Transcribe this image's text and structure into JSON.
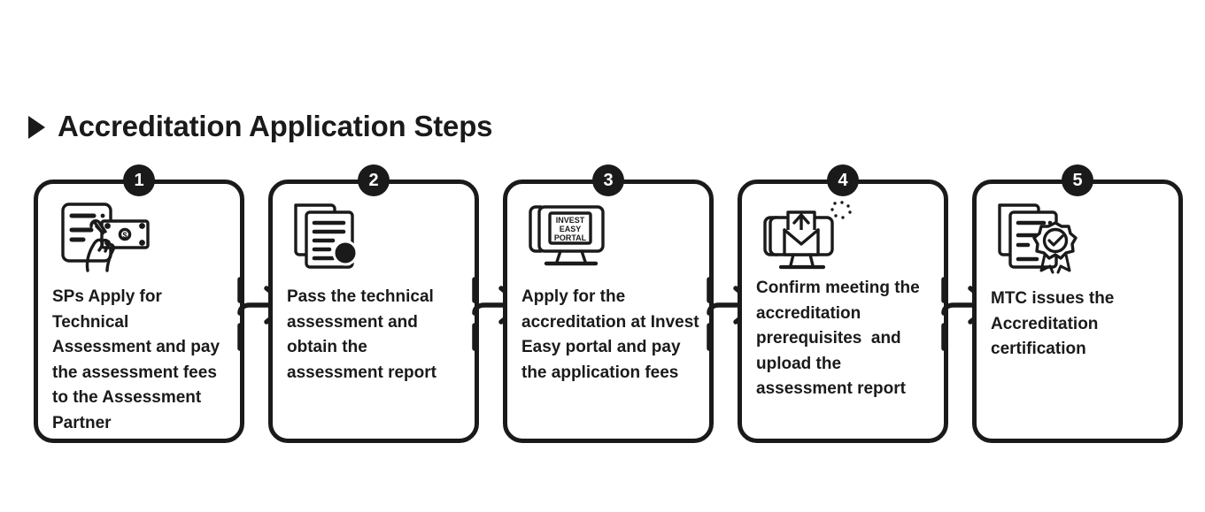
{
  "page": {
    "background_color": "#ffffff",
    "ink_color": "#1a1a1a"
  },
  "header": {
    "marker_icon": "triangle-right-icon",
    "title": "Accreditation Application Steps"
  },
  "flow": {
    "connector_icon": "arrow-right-icon",
    "connector_count": 4,
    "steps": [
      {
        "number": "1",
        "icon": "hand-holding-money-document-icon",
        "text": "SPs Apply for Technical Assessment and pay the assessment fees to the Assessment Partner"
      },
      {
        "number": "2",
        "icon": "documents-with-stamp-icon",
        "text": "Pass the technical assessment and obtain the assessment report"
      },
      {
        "number": "3",
        "icon": "monitor-portal-icon",
        "icon_screen_lines": [
          "INVEST",
          "EASY",
          "PORTAL"
        ],
        "text": "Apply for the accreditation at Invest Easy portal and pay the application fees"
      },
      {
        "number": "4",
        "icon": "monitor-upload-envelope-icon",
        "text": "Confirm meeting the accreditation prerequisites  and upload the assessment report"
      },
      {
        "number": "5",
        "icon": "certificate-award-icon",
        "text": "MTC issues the Accreditation certification"
      }
    ]
  }
}
